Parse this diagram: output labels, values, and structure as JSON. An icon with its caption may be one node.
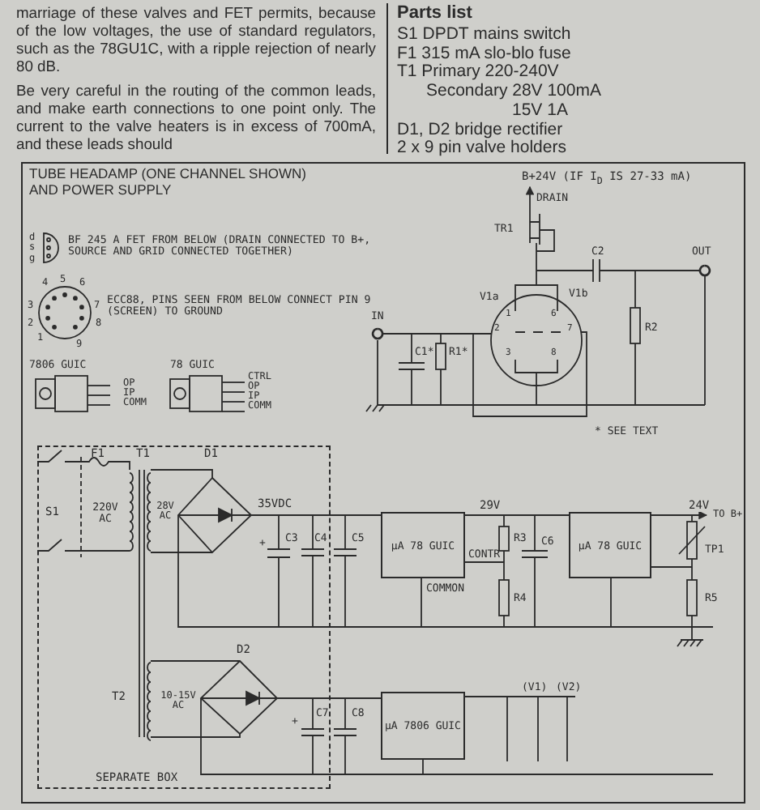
{
  "diagram": {
    "title": "TUBE HEADAMP (ONE CHANNEL SHOWN) AND POWER SUPPLY",
    "nodes": [
      {
        "text": [],
        "shape": "box"
      },
      {
        "text": [
          "B+24V (IF I$_{D}$ IS 27-33 mA)"
        ],
        "in": 0
      },
      {
        "text": [
          "SEPARATE BOX"
        ],
        "in": 0
      },
      {
        "text": [
          "µA 78 GUIC"
        ],
        "in": 0,
        "beside": [
          "CONTR",
          "COMMON"
        ]
      },
      {
        "text": [
          "µA 78 GUIC"
        ],
        "in": 0
      },
      {
        "text": [
          "TO B+"
        ],
        "in": 0
      },
      {
        "text": [
          "µA 7806 GUIC"
        ],
        "in": 0
      }
    ],
    "edges": [
      {
        "from": 3,
        "to": 4,
        "arrow": "none",
        "label": "29V"
      },
      {
        "from": 4,
        "to": 5,
        "arrow": "to",
        "label": "24V"
      },
      {
        "from": null,
        "to": 1,
        "arrow": "to"
      },
      {
        "from": 2,
        "to": 3,
        "arrow": "none",
        "label": "35VDC"
      },
      {
        "from": 2,
        "to": 6,
        "arrow": "none"
      }
    ],
    "labels": [
      "marriage of these valves and FET permits, because of the low voltages, the use of standard regulators, such as the 78GU1C, with a ripple rejection of nearly 80 dB.",
      "Be very careful in the routing of the common leads, and make earth connections to one point only. The current to the valve heaters is in excess of 700mA, and these leads should",
      "Parts list",
      "S1 DPDT mains switch",
      "F1 315 mA slo-blo fuse",
      "T1 Primary 220-240V",
      "Secondary 28V 100mA",
      "15V 1A",
      "D1, D2 bridge rectifier",
      "2 x 9 pin valve holders",
      "d",
      "s",
      "g",
      "BF 245 A FET FROM BELOW (DRAIN CONNECTED TO B+, SOURCE AND GRID CONNECTED TOGETHER)",
      "4",
      "5",
      "6",
      "3",
      "7",
      "2",
      "8",
      "1",
      "9",
      "ECC88, PINS SEEN FROM BELOW CONNECT PIN 9 (SCREEN) TO GROUND",
      "7806 GUIC",
      "OP",
      "IP",
      "COMM",
      "78 GUIC",
      "CTRL",
      "OP",
      "IP",
      "COMM",
      "DRAIN",
      "TR1",
      "C2",
      "OUT",
      "V1a",
      "V1b",
      "IN",
      "1",
      "6",
      "2",
      "7",
      "R2",
      "C1*",
      "R1*",
      "3",
      "8",
      "* SEE TEXT",
      "F1",
      "T1",
      "D1",
      "S1",
      "220V AC",
      "28V AC",
      "+",
      "C3",
      "C4",
      "C5",
      "R3",
      "R4",
      "C6",
      "TP1",
      "R5",
      "D2",
      "T2",
      "10-15V AC",
      "+",
      "C7",
      "C8",
      "(V1)",
      "(V2)"
    ]
  }
}
